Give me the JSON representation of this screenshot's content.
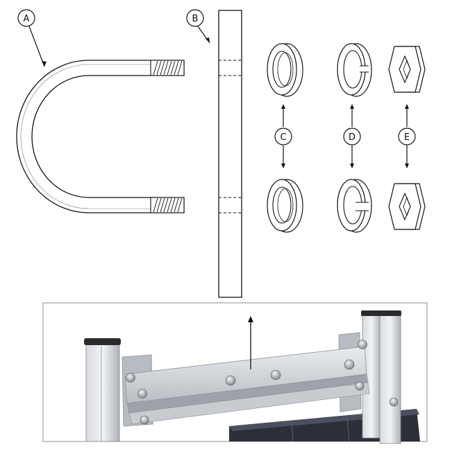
{
  "callouts": {
    "a": "A",
    "b": "B",
    "c": "C",
    "d": "D",
    "e": "E"
  },
  "parts": [
    {
      "id": "a",
      "icon": "u-bolt-icon"
    },
    {
      "id": "b",
      "icon": "mounting-bar-icon"
    },
    {
      "id": "c",
      "icon": "flat-washer-icon"
    },
    {
      "id": "d",
      "icon": "split-lock-washer-icon"
    },
    {
      "id": "e",
      "icon": "hex-nut-icon"
    }
  ],
  "photo": {
    "icon": "solar-panel-mount-photo"
  },
  "colors": {
    "ink": "#111111",
    "aluminum": "#cfd3d7",
    "panel": "#2a2f38"
  }
}
